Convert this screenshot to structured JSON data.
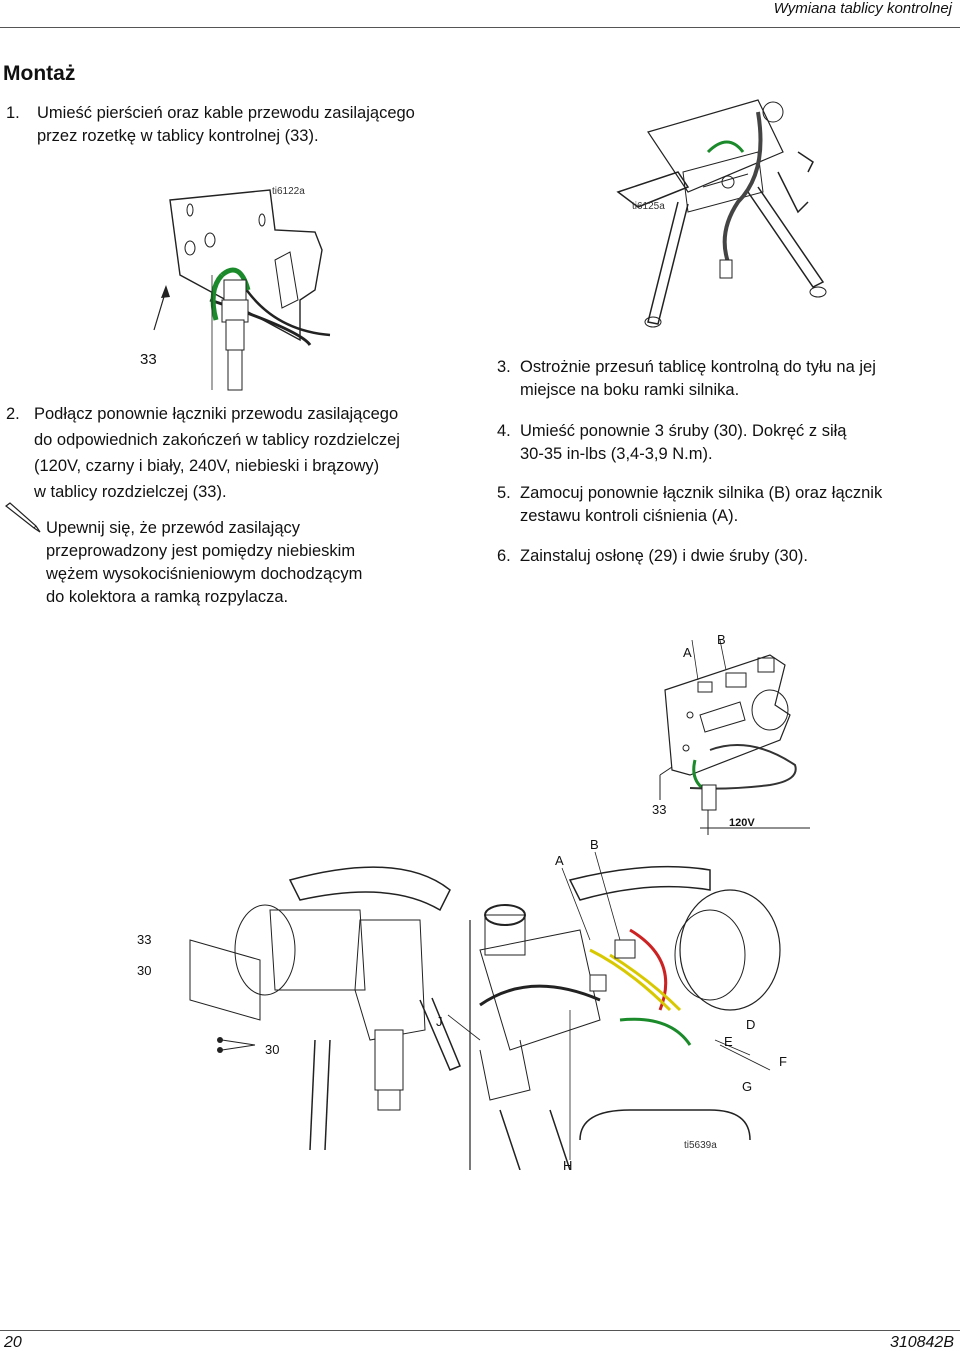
{
  "header": {
    "title": "Wymiana tablicy kontrolnej"
  },
  "section_title": "Montaż",
  "steps": [
    {
      "num": "1.",
      "lines": [
        "Umieść pierścień oraz kable przewodu zasilającego",
        "przez rozetkę w tablicy kontrolnej (33)."
      ]
    },
    {
      "num": "2.",
      "lines": [
        "Podłącz ponownie łączniki przewodu zasilającego",
        "do odpowiednich zakończeń w tablicy rozdzielczej",
        "(120V, czarny i biały, 240V, niebieski i brązowy)",
        "w tablicy rozdzielczej (33)."
      ]
    },
    {
      "num": "3.",
      "lines": [
        "Ostrożnie przesuń tablicę kontrolną do tyłu na jej",
        "miejsce na boku ramki silnika."
      ]
    },
    {
      "num": "4.",
      "lines": [
        "Umieść ponownie 3 śruby (30). Dokręć z siłą",
        "30-35 in-lbs (3,4-3,9 N.m)."
      ]
    },
    {
      "num": "5.",
      "lines": [
        "Zamocuj ponownie łącznik silnika (B) oraz łącznik",
        "zestawu kontroli ciśnienia (A)."
      ]
    },
    {
      "num": "6.",
      "lines": [
        "Zainstaluj osłonę (29) i dwie śruby (30)."
      ]
    }
  ],
  "note": {
    "lines": [
      "Upewnij się, że przewód zasilający",
      "przeprowadzony jest pomiędzy niebieskim",
      "wężem wysokociśnieniowym dochodzącym",
      "do kolektora a ramką rozpylacza."
    ]
  },
  "figures": {
    "fig1": {
      "id": "ti6122a",
      "callout": "33"
    },
    "fig2": {
      "id": "ti6125a"
    },
    "fig3": {
      "callouts": [
        "A",
        "B",
        "33"
      ],
      "voltage": "120V"
    },
    "fig4": {
      "id": "ti5639a",
      "callouts": [
        "A",
        "B",
        "33",
        "30",
        "30",
        "J",
        "D",
        "E",
        "F",
        "G",
        "H"
      ]
    }
  },
  "footer": {
    "page": "20",
    "doc": "310842B"
  }
}
